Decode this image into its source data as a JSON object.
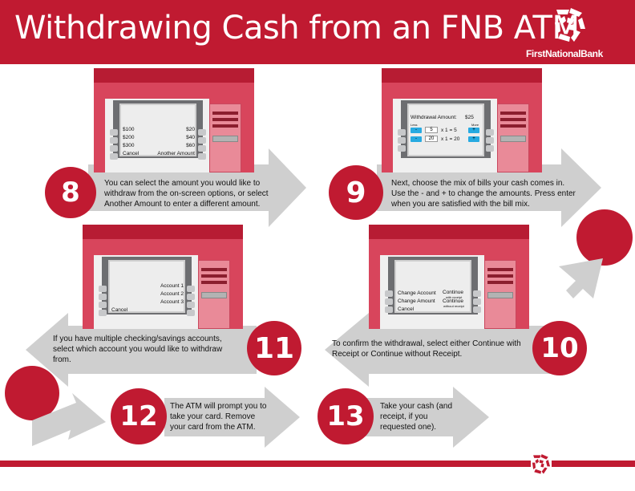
{
  "header": {
    "title": "Withdrawing Cash from an FNB ATM",
    "brand": "FirstNationalBank"
  },
  "colors": {
    "brand_red": "#c01a31",
    "arrow_gray": "#cfcfcf",
    "button_blue": "#27aae1"
  },
  "steps": {
    "s8": {
      "number": "8",
      "text": "You can select the amount you would like to withdraw from the on-screen options, or select Another Amount to enter a different amount.",
      "screen": {
        "left": [
          "$100",
          "$200",
          "$300",
          "Cancel"
        ],
        "right": [
          "$20",
          "$40",
          "$60",
          "Another Amount"
        ]
      }
    },
    "s9": {
      "number": "9",
      "text": "Next, choose the mix of bills your cash comes in. Use the - and + to change the amounts. Press enter when you are satisfied with the bill mix.",
      "screen": {
        "withdrawal_label": "Withdrawal Amount:",
        "withdrawal_value": "$25",
        "less": "Less",
        "more": "More",
        "rows": [
          {
            "minus": "-",
            "qty": "5",
            "formula": "x 1 = 5",
            "plus": "+"
          },
          {
            "minus": "-",
            "qty": "20",
            "formula": "x 1 = 20",
            "plus": "+"
          }
        ]
      }
    },
    "s10": {
      "number": "10",
      "text": "To confirm the withdrawal, select either Continue with Receipt or Continue without Receipt.",
      "screen": {
        "left": [
          "Change Account",
          "Change Amount",
          "Cancel"
        ],
        "right": [
          {
            "label": "Continue",
            "sub": "with receipt"
          },
          {
            "label": "Continue",
            "sub": "without receipt"
          }
        ]
      }
    },
    "s11": {
      "number": "11",
      "text": "If you have multiple checking/savings accounts, select which account you would like to withdraw from.",
      "screen": {
        "right": [
          "Account 1",
          "Account 2",
          "Account 3"
        ],
        "left": [
          "Cancel"
        ]
      }
    },
    "s12": {
      "number": "12",
      "text": "The ATM will prompt you to take your card. Remove your card from the ATM."
    },
    "s13": {
      "number": "13",
      "text": "Take your cash (and receipt, if you requested one)."
    }
  }
}
